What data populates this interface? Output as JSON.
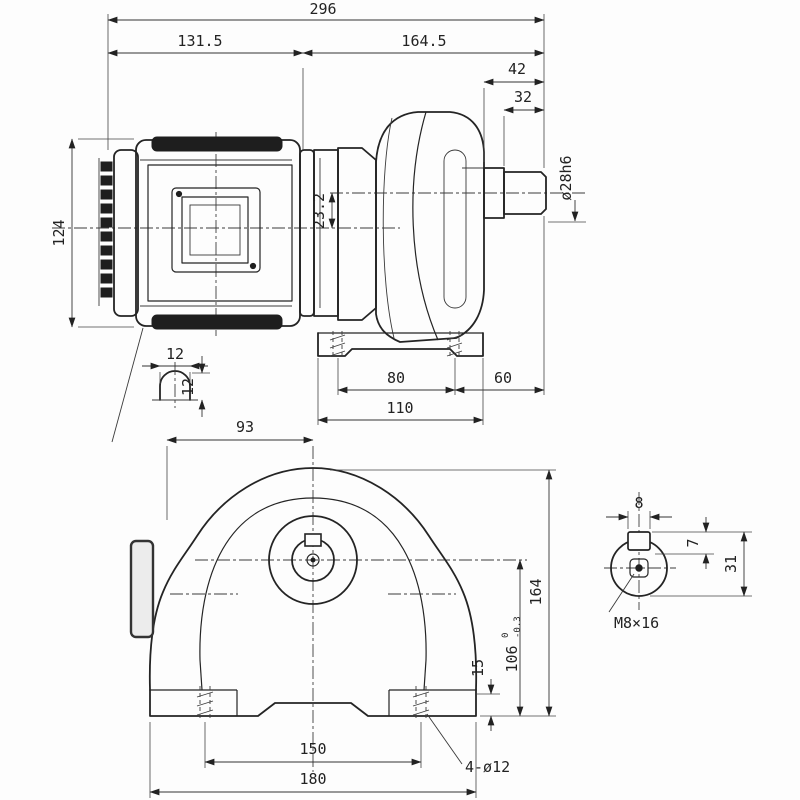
{
  "drawing": {
    "side_view": {
      "overall_length": "296",
      "motor_length": "131.5",
      "gearhead_length": "164.5",
      "shaft_section_a": "42",
      "shaft_section_b": "32",
      "motor_frame_height": "124",
      "axis_offset": "23.2",
      "shaft_diameter": "ø28h6",
      "key_slot_width": "12",
      "key_slot_height": "12",
      "foot_bolt_span": "80",
      "foot_to_shaft_end": "60",
      "foot_length": "110"
    },
    "front_view": {
      "center_offset": "93",
      "total_height": "164",
      "shaft_center_height": "106",
      "center_height_tol_upper": "0",
      "center_height_tol_lower": "-0.3",
      "foot_pad_height": "15",
      "bolt_hole_span": "150",
      "base_width": "180",
      "mounting_holes": "4-ø12"
    },
    "shaft_detail": {
      "key_width": "8",
      "key_depth": "7",
      "overall_height": "31",
      "tapped_hole": "M8×16"
    }
  }
}
